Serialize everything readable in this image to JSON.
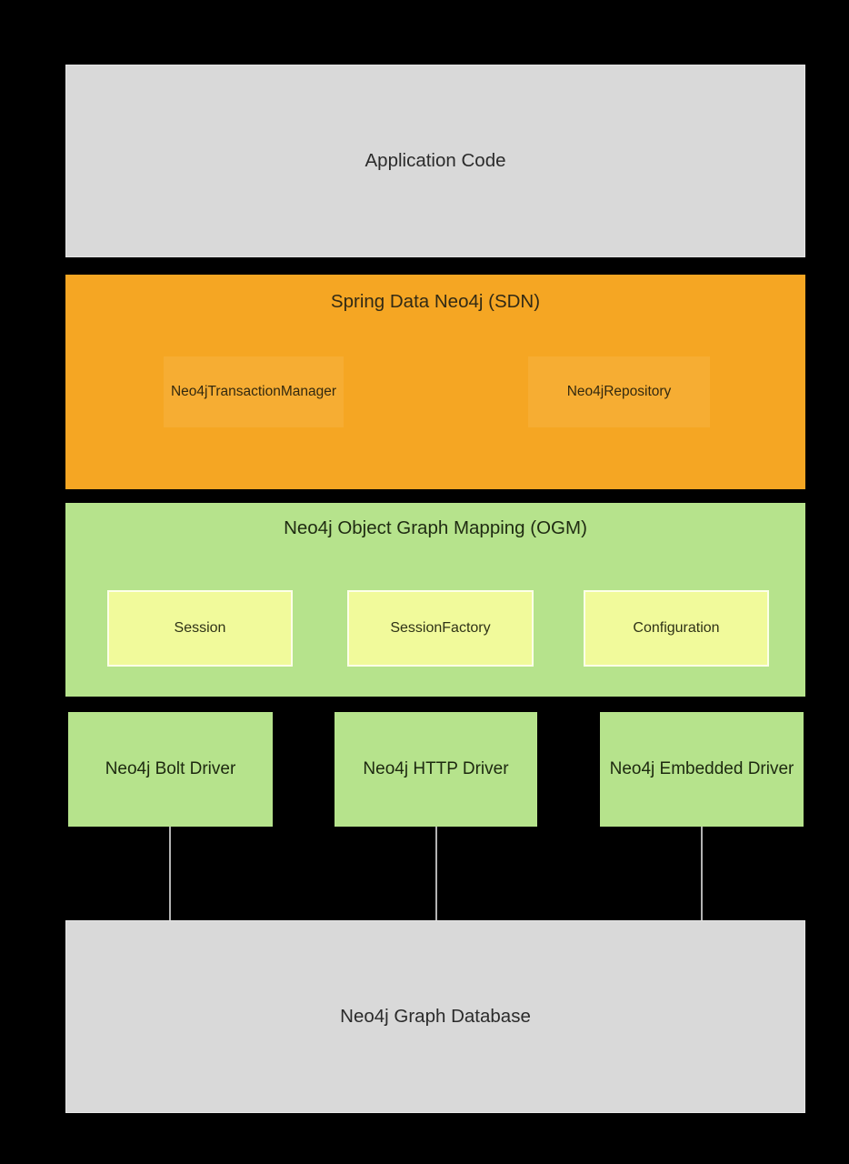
{
  "diagram": {
    "title_implied": "Spring Data Neo4j architecture stack",
    "colors": {
      "background": "#000000",
      "gray_box": "#d9d9d9",
      "orange_box": "#f5a623",
      "orange_inner_box": "#f6ad33",
      "green_box": "#b6e38c",
      "yellow_box": "#f1fa9b",
      "yellow_box_border": "#fdffe8",
      "connector_line": "#b3b3b3",
      "text_dark": "#2b2b2b"
    },
    "application_code": {
      "label": "Application Code"
    },
    "sdn": {
      "title": "Spring Data Neo4j (SDN)",
      "transaction_manager": {
        "label": "Neo4jTransactionManager"
      },
      "repository": {
        "label": "Neo4jRepository"
      }
    },
    "ogm": {
      "title": "Neo4j Object Graph Mapping (OGM)",
      "session": {
        "label": "Session"
      },
      "session_factory": {
        "label": "SessionFactory"
      },
      "configuration": {
        "label": "Configuration"
      }
    },
    "drivers": {
      "bolt": {
        "label": "Neo4j Bolt Driver"
      },
      "http": {
        "label": "Neo4j HTTP Driver"
      },
      "embedded": {
        "label": "Neo4j Embedded Driver"
      }
    },
    "database": {
      "label": "Neo4j Graph Database"
    }
  }
}
